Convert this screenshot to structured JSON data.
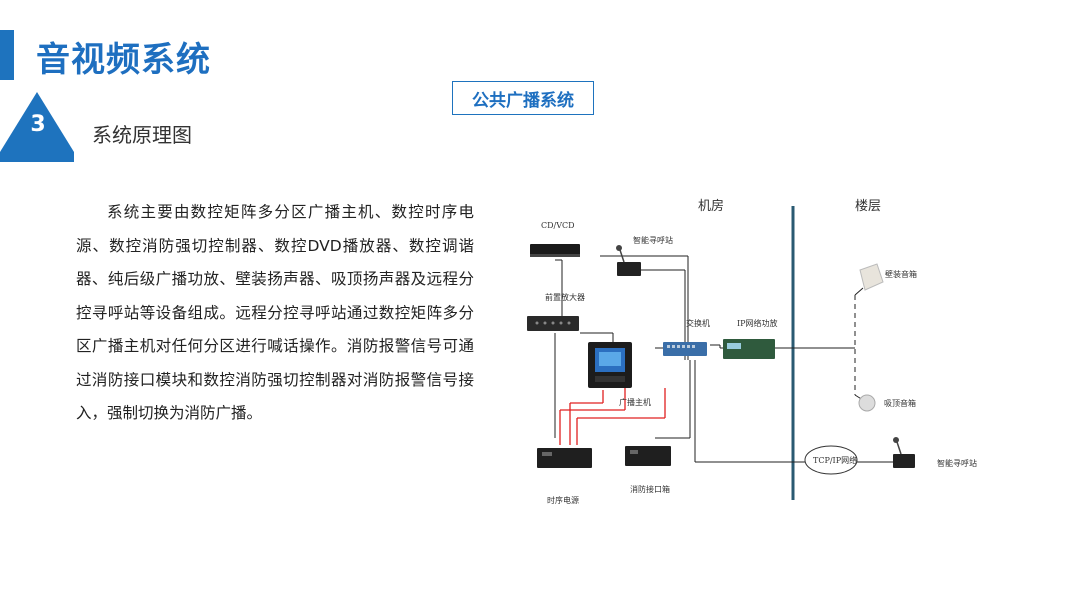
{
  "header": {
    "title": "音视频系统"
  },
  "section": {
    "number": "3",
    "title": "系统原理图"
  },
  "badge": {
    "label": "公共广播系统"
  },
  "description": "系统主要由数控矩阵多分区广播主机、数控时序电源、数控消防强切控制器、数控DVD播放器、数控调谐器、纯后级广播功放、壁装扬声器、吸顶扬声器及远程分控寻呼站等设备组成。远程分控寻呼站通过数控矩阵多分区广播主机对任何分区进行喊话操作。消防报警信号可通过消防接口模块和数控消防强切控制器对消防报警信号接入，强制切换为消防广播。",
  "diagram": {
    "zones": {
      "left": "机房",
      "right": "楼层"
    },
    "devices": {
      "cd": "CD/VCD",
      "pager": "智能寻呼站",
      "preamp": "前置放大器",
      "switch": "交换机",
      "ip_amp": "IP网络功放",
      "host": "广播主机",
      "wall_speaker": "壁装音箱",
      "ceiling_speaker": "吸顶音箱",
      "power": "时序电源",
      "fire_box": "消防接口箱",
      "network": "TCP/IP网络",
      "remote_pager": "智能寻呼站"
    },
    "colors": {
      "accent": "#1e73be",
      "fire_line": "#e02020",
      "divider": "#2a5a72"
    }
  }
}
